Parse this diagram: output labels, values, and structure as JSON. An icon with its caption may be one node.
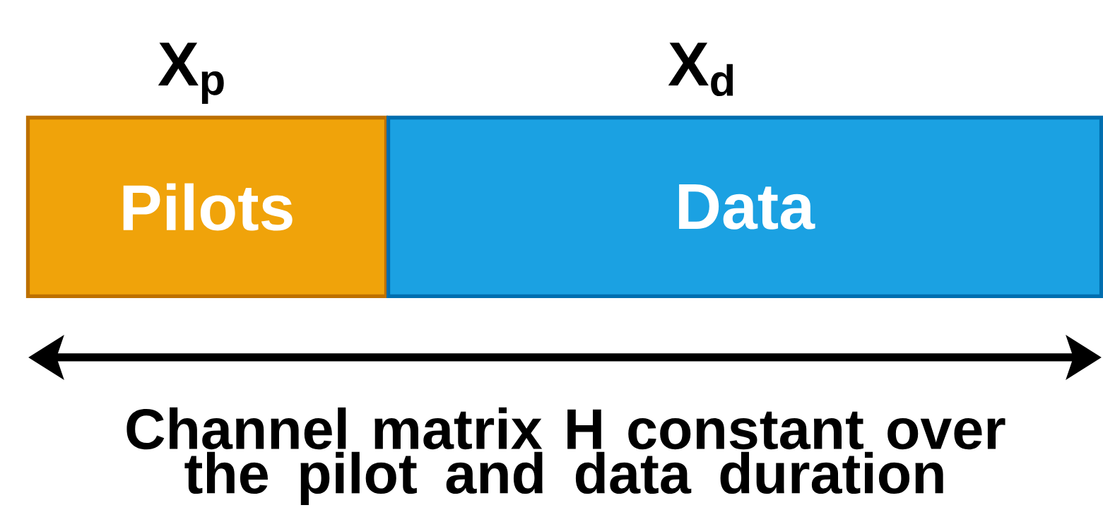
{
  "diagram": {
    "nodes": [
      {
        "text": [
          "Pilots"
        ],
        "beside": [
          "X$_{p}$"
        ]
      },
      {
        "text": [
          "Data"
        ],
        "beside": [
          "X$_{d}$"
        ]
      }
    ],
    "labels": [
      "Channel matrix H constant over the pilot and data duration"
    ]
  }
}
